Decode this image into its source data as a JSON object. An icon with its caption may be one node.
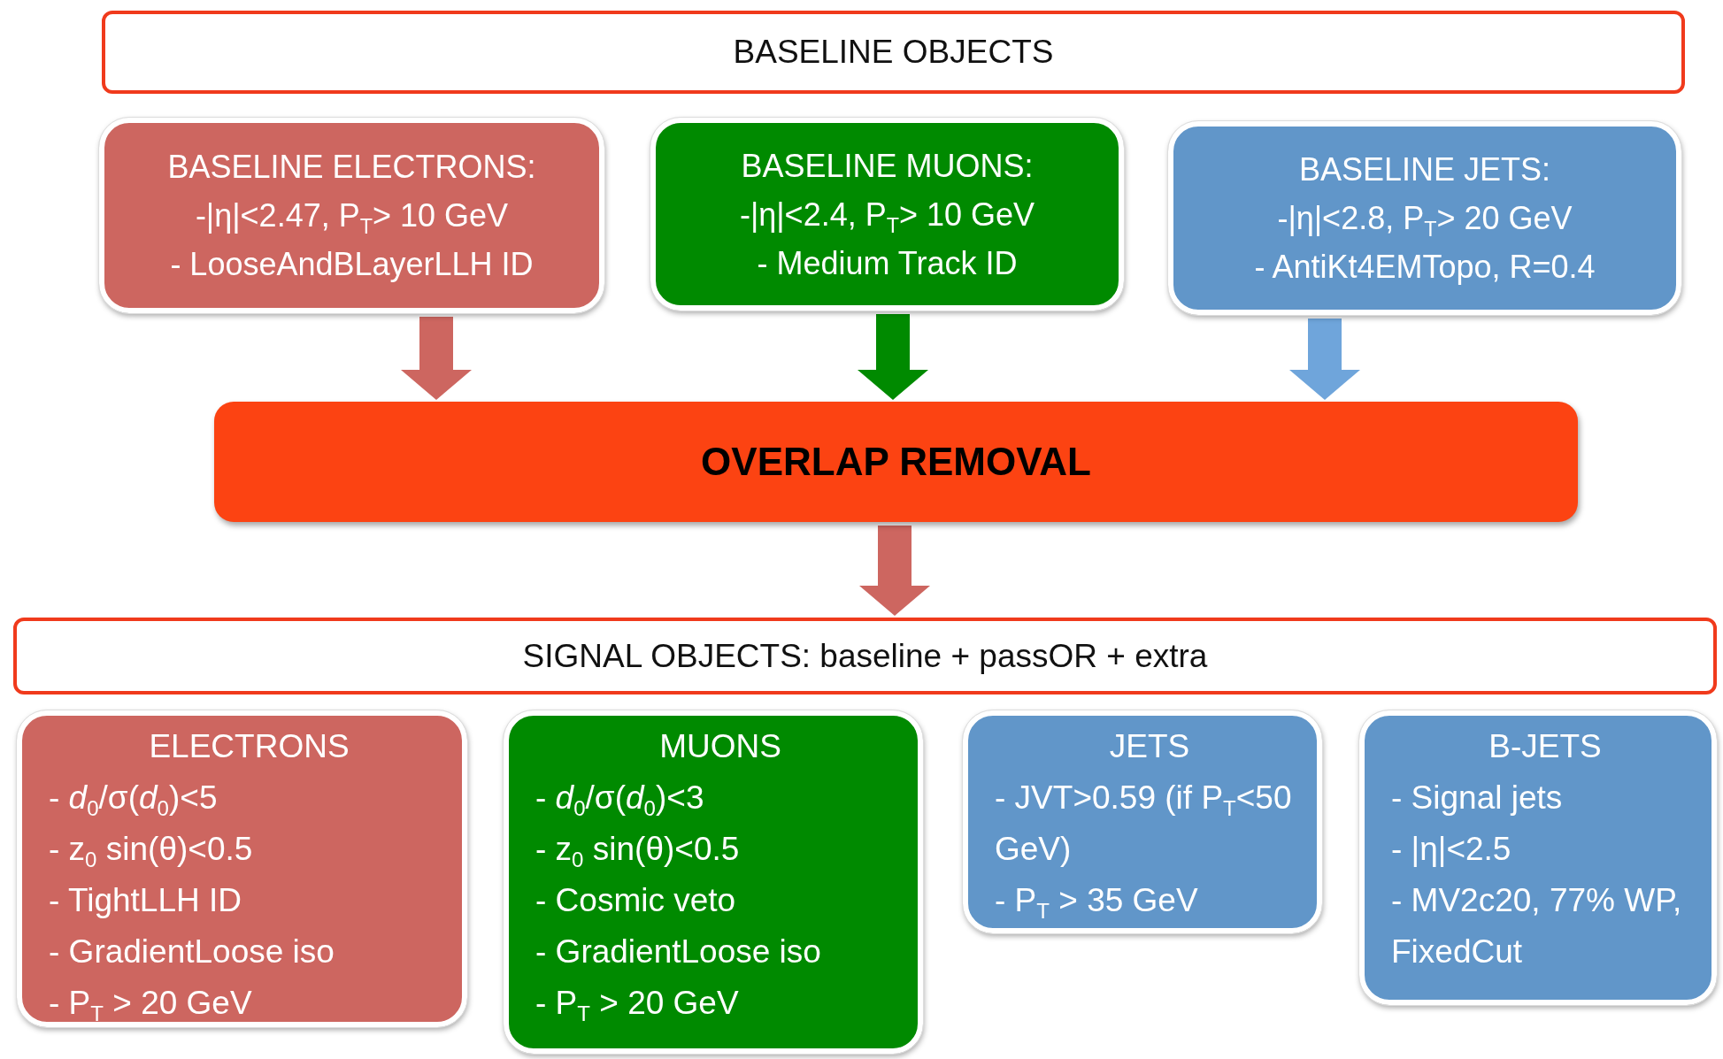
{
  "diagram": {
    "nodes": [
      {
        "text": [
          "BASELINE OBJECTS"
        ]
      },
      {
        "text": [
          "BASELINE ELECTRONS:",
          "-|η|<2.47, P$_{T}$> 10 GeV",
          "- LooseAndBLayerLLH ID"
        ]
      },
      {
        "text": [
          "BASELINE MUONS:",
          "-|η|<2.4, P$_{T}$> 10 GeV",
          "- Medium Track ID"
        ]
      },
      {
        "text": [
          "BASELINE JETS:",
          "-|η|<2.8, P$_{T}$> 20 GeV",
          "- AntiKt4EMTopo, R=0.4"
        ]
      },
      {
        "text": [
          "OVERLAP REMOVAL"
        ]
      },
      {
        "text": [
          "SIGNAL OBJECTS: baseline + passOR + extra"
        ]
      },
      {
        "text": [
          "ELECTRONS",
          "- *d*$_{0}$/σ(*d*$_{0}$)<5",
          "- z$_{0}$ sin(θ)<0.5",
          "- TightLLH ID",
          "- GradientLoose iso",
          "- P$_{T}$ > 20 GeV"
        ]
      },
      {
        "text": [
          "MUONS",
          "- *d*$_{0}$/σ(*d*$_{0}$)<3",
          "- z$_{0}$ sin(θ)<0.5",
          "- Cosmic veto",
          "- GradientLoose iso",
          "- P$_{T}$ > 20 GeV"
        ]
      },
      {
        "text": [
          "JETS",
          "- JVT>0.59 (if P$_{T}$<50 GeV)",
          "- P$_{T}$ > 35 GeV"
        ]
      },
      {
        "text": [
          "B-JETS",
          "- Signal jets",
          "- |η|<2.5",
          "- MV2c20, 77% WP, FixedCut"
        ]
      }
    ],
    "edges": [
      {
        "from": 1,
        "to": 4,
        "arrow": "to",
        "color": "#cd6660"
      },
      {
        "from": 2,
        "to": 4,
        "arrow": "to",
        "color": "#008a00"
      },
      {
        "from": 3,
        "to": 4,
        "arrow": "to",
        "color": "#6fa5db"
      },
      {
        "from": 4,
        "to": 5,
        "arrow": "to",
        "color": "#cd6660"
      }
    ]
  }
}
